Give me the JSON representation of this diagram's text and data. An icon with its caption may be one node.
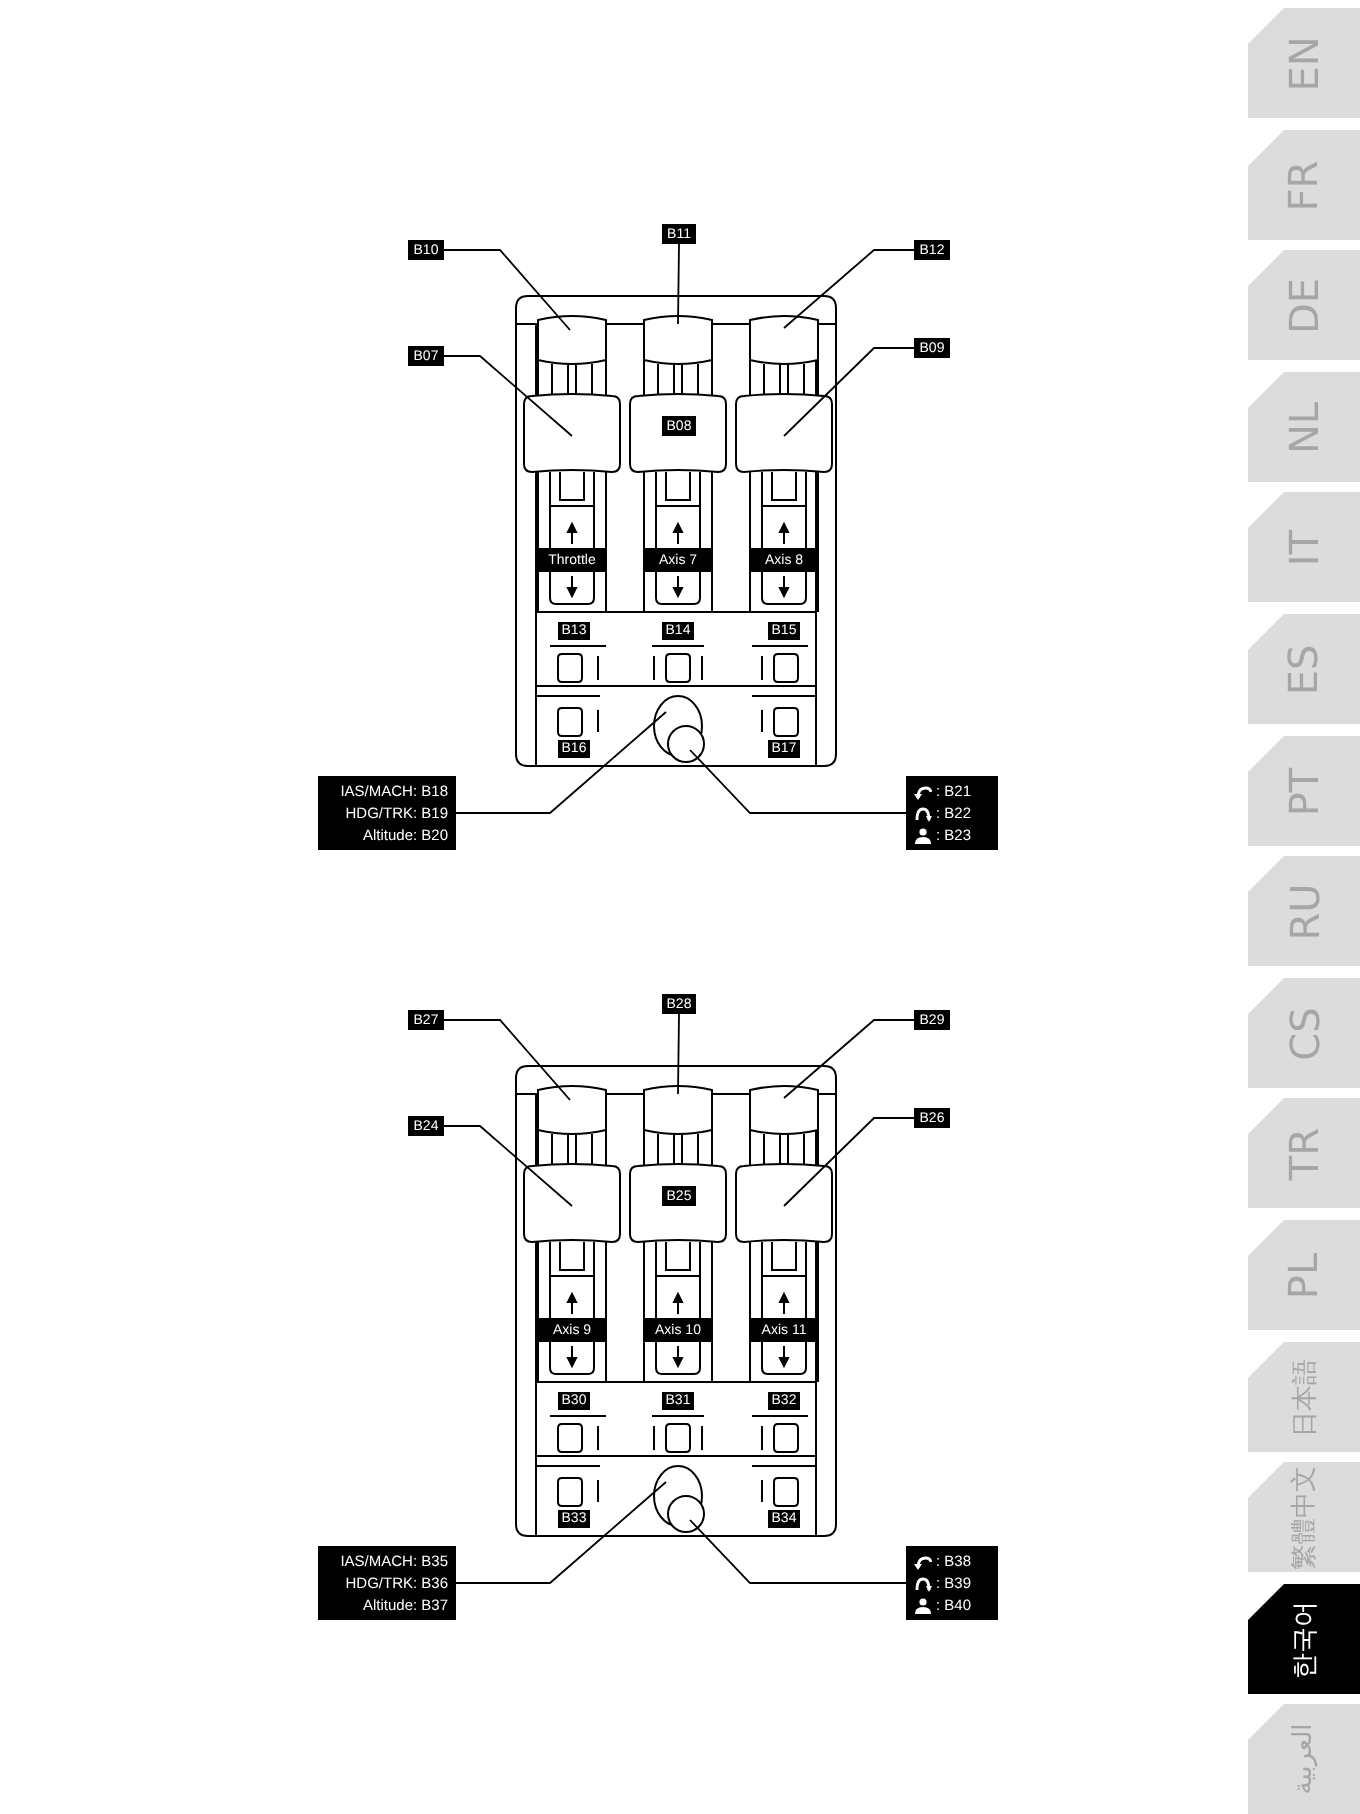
{
  "diagram": {
    "nodes": [
      {
        "text": [
          "B10"
        ]
      },
      {
        "text": [
          "B11"
        ]
      },
      {
        "text": [
          "B12"
        ]
      },
      {
        "text": [],
        "shape": "box"
      },
      {
        "text": [],
        "shape": "box"
      },
      {
        "text": [],
        "shape": "box"
      },
      {
        "text": [
          "B07"
        ]
      },
      {
        "text": [
          "B09"
        ]
      },
      {
        "text": [],
        "shape": "box"
      },
      {
        "text": [],
        "shape": "box"
      },
      {
        "text": [
          "B08"
        ],
        "in": 9
      },
      {
        "text": [],
        "shape": "box"
      },
      {
        "text": [],
        "shape": "circle"
      },
      {
        "text": [],
        "shape": "circle"
      },
      {
        "text": [
          "IAS/MACH: B18",
          "HDG/TRK: B19",
          "Altitude: B20"
        ]
      },
      {
        "text": [
          ": B21",
          ": B22",
          ": B23"
        ]
      },
      {
        "text": [
          "B27"
        ]
      },
      {
        "text": [
          "B28"
        ]
      },
      {
        "text": [
          "B29"
        ]
      },
      {
        "text": [],
        "shape": "box"
      },
      {
        "text": [],
        "shape": "box"
      },
      {
        "text": [],
        "shape": "box"
      },
      {
        "text": [
          "B24"
        ]
      },
      {
        "text": [
          "B26"
        ]
      },
      {
        "text": [],
        "shape": "box"
      },
      {
        "text": [],
        "shape": "box"
      },
      {
        "text": [
          "B25"
        ],
        "in": 25
      },
      {
        "text": [],
        "shape": "box"
      },
      {
        "text": [],
        "shape": "circle"
      },
      {
        "text": [],
        "shape": "circle"
      },
      {
        "text": [
          "IAS/MACH: B35",
          "HDG/TRK: B36",
          "Altitude: B37"
        ]
      },
      {
        "text": [
          ": B38",
          ": B39",
          ": B40"
        ]
      },
      {
        "text": [
          "EN"
        ]
      },
      {
        "text": [
          "FR"
        ]
      },
      {
        "text": [
          "DE"
        ]
      },
      {
        "text": [
          "NL"
        ]
      },
      {
        "text": [
          "IT"
        ]
      },
      {
        "text": [
          "ES"
        ]
      },
      {
        "text": [
          "PT"
        ]
      },
      {
        "text": [
          "RU"
        ]
      },
      {
        "text": [
          "CS"
        ]
      },
      {
        "text": [
          "TR"
        ]
      },
      {
        "text": [
          "PL"
        ]
      },
      {
        "text": [
          "日本語"
        ]
      },
      {
        "text": [
          "繁體中文"
        ]
      },
      {
        "text": [
          "한국어"
        ]
      },
      {
        "text": [
          "العربية"
        ]
      }
    ],
    "edges": [
      {
        "from": 0,
        "to": 3,
        "arrow": "none"
      },
      {
        "from": 1,
        "to": 4,
        "arrow": "none"
      },
      {
        "from": 2,
        "to": 5,
        "arrow": "none"
      },
      {
        "from": 6,
        "to": 8,
        "arrow": "none"
      },
      {
        "from": 7,
        "to": 11,
        "arrow": "none"
      },
      {
        "from": 14,
        "to": 12,
        "arrow": "none"
      },
      {
        "from": 15,
        "to": 13,
        "arrow": "none"
      },
      {
        "from": 16,
        "to": 19,
        "arrow": "none"
      },
      {
        "from": 17,
        "to": 20,
        "arrow": "none"
      },
      {
        "from": 18,
        "to": 21,
        "arrow": "none"
      },
      {
        "from": 22,
        "to": 24,
        "arrow": "none"
      },
      {
        "from": 23,
        "to": 27,
        "arrow": "none"
      },
      {
        "from": 30,
        "to": 28,
        "arrow": "none"
      },
      {
        "from": 31,
        "to": 29,
        "arrow": "none"
      }
    ],
    "labels": [
      "Throttle",
      "Axis 7",
      "Axis 8",
      "B13",
      "B14",
      "B15",
      "B16",
      "B17",
      "Axis 9",
      "Axis 10",
      "Axis 11",
      "B30",
      "B31",
      "B32",
      "B33",
      "B34"
    ]
  }
}
